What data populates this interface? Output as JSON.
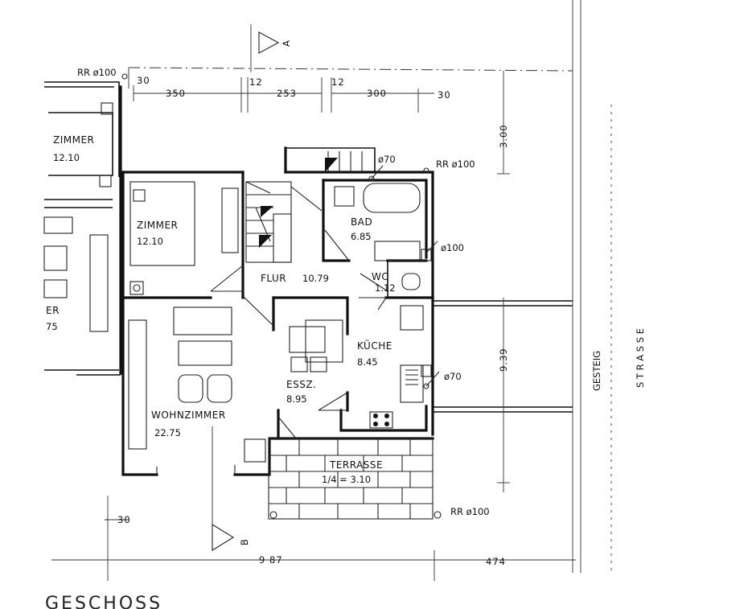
{
  "rooms": {
    "left_zimmer": {
      "name": "ZIMMER",
      "area": "12.10"
    },
    "left_partial": {
      "name": "ER",
      "area": "75"
    },
    "zimmer": {
      "name": "ZIMMER",
      "area": "12.10"
    },
    "flur": {
      "name": "FLUR",
      "area": "10.79"
    },
    "bad": {
      "name": "BAD",
      "area": "6.85"
    },
    "wc": {
      "name": "WC",
      "area": "1.12"
    },
    "kueche": {
      "name": "KÜCHE",
      "area": "8.45"
    },
    "essz": {
      "name": "ESSZ.",
      "area": "8.95"
    },
    "wohnzimmer": {
      "name": "WOHNZIMMER",
      "area": "22.75"
    },
    "terrasse": {
      "name": "TERRASSE",
      "area": "1/4 = 3.10"
    }
  },
  "dimensions": {
    "top_350": "350",
    "top_253": "253",
    "top_300": "300",
    "top_30_left": "30",
    "top_30_right": "30",
    "top_12_a": "12",
    "top_12_b": "12",
    "right_300": "3.00",
    "right_939": "9.39",
    "bottom_987": "9 87",
    "bottom_474": "474",
    "bottom_30": "30"
  },
  "pipes": {
    "rr_top_left": "RR ø100",
    "rr_top_right": "RR ø100",
    "rr_bottom": "RR ø100",
    "d70_bad": "ø70",
    "d100_wc": "ø100",
    "d70_kueche": "ø70"
  },
  "section_marks": {
    "a": "A",
    "b": "B"
  },
  "street": {
    "sidewalk": "GESTEIG",
    "street": "S T R A S S E"
  },
  "title": "GESCHOSS"
}
